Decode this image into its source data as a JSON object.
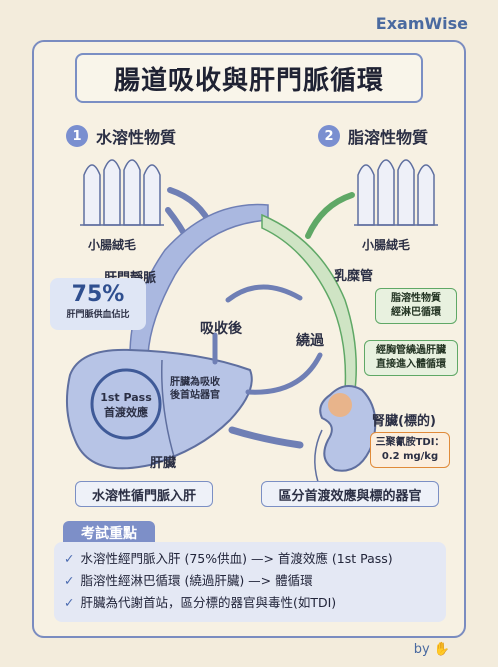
{
  "brand": "ExamWise",
  "title": "腸道吸收與肝門脈循環",
  "left_section": {
    "number": "1",
    "label": "水溶性物質"
  },
  "right_section": {
    "number": "2",
    "label": "脂溶性物質"
  },
  "villi_left": "小腸絨毛",
  "villi_right": "小腸絨毛",
  "portal_vein": "肝門靜脈",
  "lacteal": "乳糜管",
  "pct": {
    "value": "75%",
    "sub": "肝門脈供血佔比"
  },
  "absorb_after": "吸收後",
  "bypass": "繞過",
  "lymph_box": [
    "脂溶性物質",
    "經淋巴循環"
  ],
  "thoracic_box": [
    "經胸管繞過肝臟",
    "直接進入體循環"
  ],
  "first_pass": [
    "1st Pass",
    "首渡效應"
  ],
  "liver_desc": [
    "肝臟為吸收",
    "後首站器官"
  ],
  "liver": "肝臟",
  "kidney": "腎臟(標的)",
  "tdi_box": [
    "三聚氰胺TDI：",
    "0.2 mg/kg"
  ],
  "bottom_left": "水溶性循門脈入肝",
  "bottom_right": "區分首渡效應與標的器官",
  "exam": {
    "title": "考試重點",
    "items": [
      "水溶性經門脈入肝 (75%供血) —> 首渡效應 (1st Pass)",
      "脂溶性經淋巴循環 (繞過肝臟) —> 體循環",
      "肝臟為代謝首站，區分標的器官與毒性(如TDI)"
    ]
  },
  "by": "by",
  "colors": {
    "blue": "#7a8fd0",
    "green": "#5fa866",
    "orange": "#e08a3a"
  }
}
